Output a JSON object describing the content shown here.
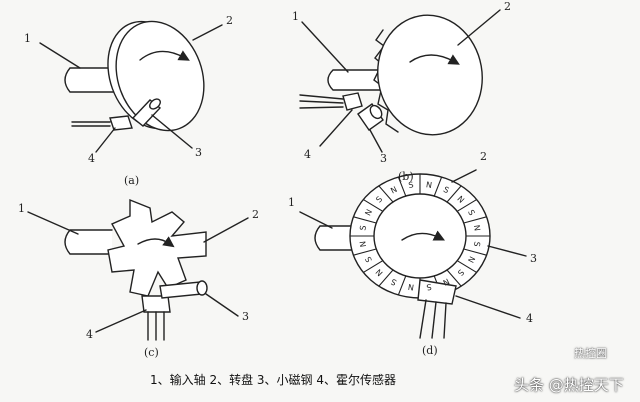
{
  "panels": [
    {
      "id": "a",
      "caption": "(a)",
      "labels": [
        "1",
        "2",
        "3",
        "4"
      ]
    },
    {
      "id": "b",
      "caption": "(b)",
      "labels": [
        "1",
        "2",
        "3",
        "4"
      ]
    },
    {
      "id": "c",
      "caption": "(c)",
      "labels": [
        "1",
        "2",
        "3",
        "4"
      ]
    },
    {
      "id": "d",
      "caption": "(d)",
      "labels": [
        "1",
        "2",
        "3",
        "4"
      ]
    }
  ],
  "ring_letters": [
    "N",
    "S",
    "N",
    "S",
    "N",
    "S",
    "N",
    "S",
    "N",
    "S",
    "N",
    "S",
    "N",
    "S",
    "N",
    "S",
    "N",
    "S",
    "N",
    "S"
  ],
  "legend": "1、输入轴 2、转盘 3、小磁钢 4、霍尔传感器",
  "watermark": {
    "text": "头条 @热控天下",
    "badge": "热控圈"
  }
}
